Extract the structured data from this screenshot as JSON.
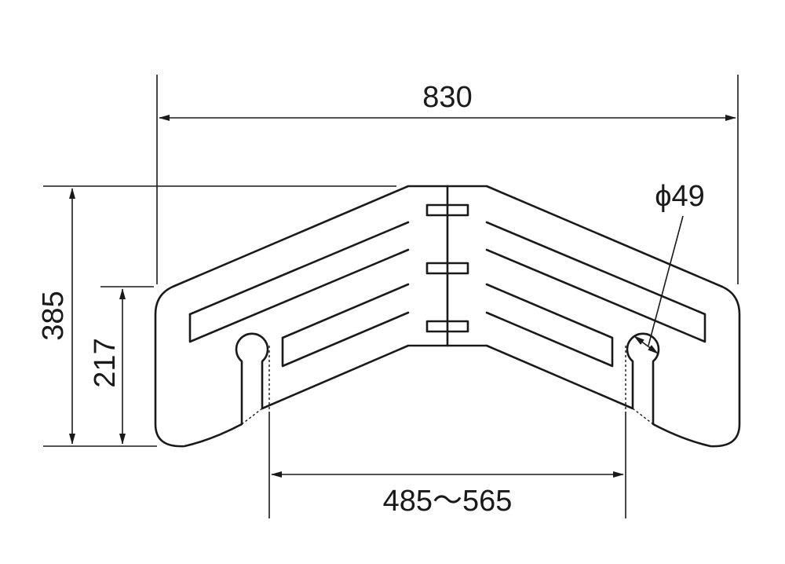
{
  "dimensions": {
    "overall_width": "830",
    "overall_height": "385",
    "side_height": "217",
    "hole_diameter": "ϕ49",
    "mounting_span": "485〜565"
  }
}
